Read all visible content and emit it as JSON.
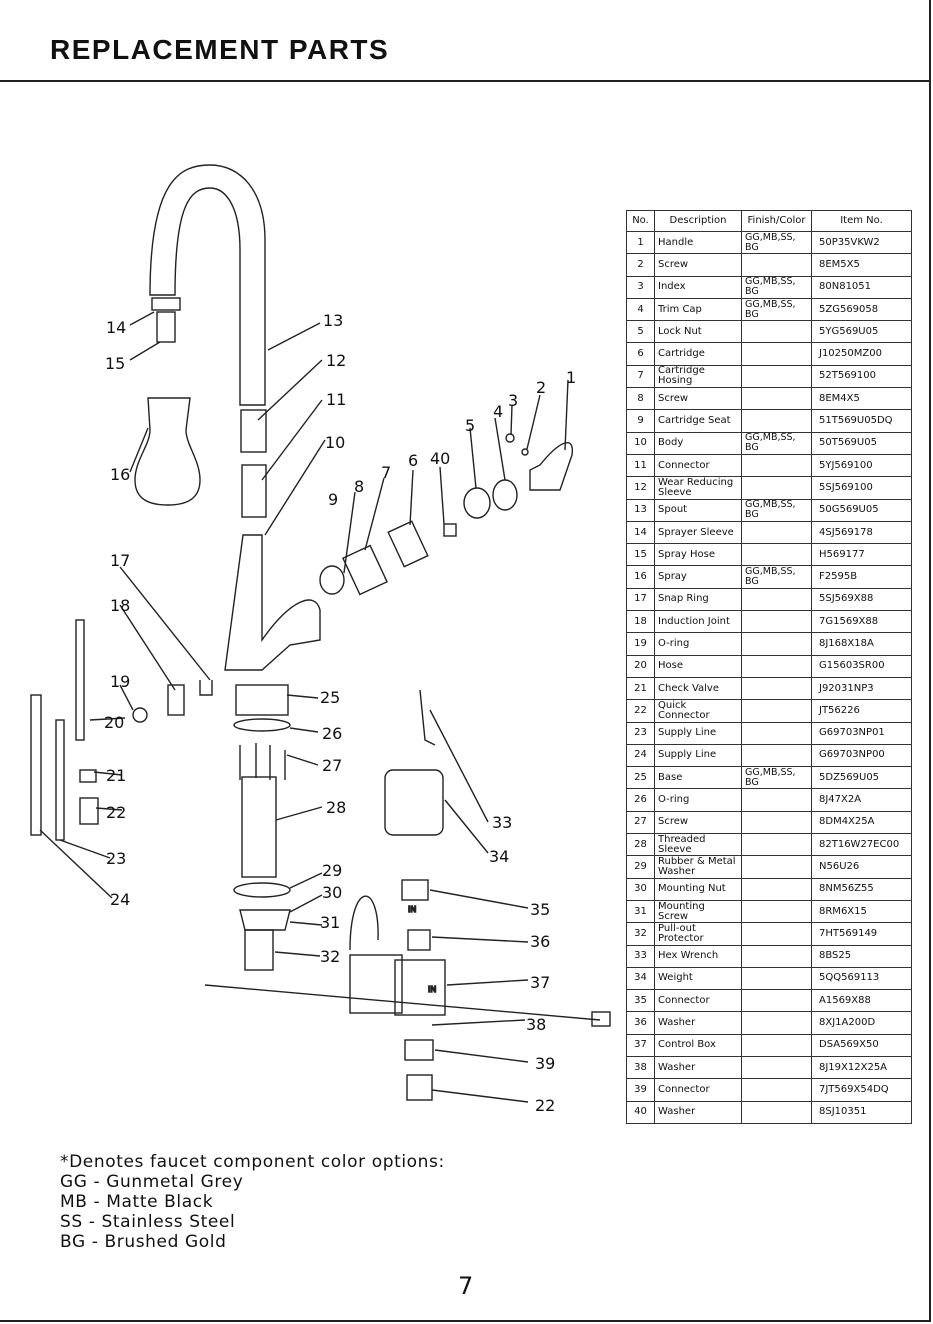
{
  "page": {
    "title": "REPLACEMENT PARTS",
    "page_number": "7"
  },
  "table": {
    "headers": [
      "No.",
      "Description",
      "Finish/Color",
      "Item No."
    ],
    "rows": [
      {
        "no": "1",
        "desc": "Handle",
        "finish": "GG,MB,SS, BG",
        "item": "50P35VKW2"
      },
      {
        "no": "2",
        "desc": "Screw",
        "finish": "",
        "item": "8EM5X5"
      },
      {
        "no": "3",
        "desc": "Index",
        "finish": "GG,MB,SS, BG",
        "item": "80N81051"
      },
      {
        "no": "4",
        "desc": "Trim Cap",
        "finish": "GG,MB,SS, BG",
        "item": "5ZG569058"
      },
      {
        "no": "5",
        "desc": "Lock Nut",
        "finish": "",
        "item": "5YG569U05"
      },
      {
        "no": "6",
        "desc": "Cartridge",
        "finish": "",
        "item": "J10250MZ00"
      },
      {
        "no": "7",
        "desc": "Cartridge Hosing",
        "finish": "",
        "item": "52T569100"
      },
      {
        "no": "8",
        "desc": "Screw",
        "finish": "",
        "item": "8EM4X5"
      },
      {
        "no": "9",
        "desc": "Cartridge Seat",
        "finish": "",
        "item": "51T569U05DQ"
      },
      {
        "no": "10",
        "desc": "Body",
        "finish": "GG,MB,SS, BG",
        "item": "50T569U05"
      },
      {
        "no": "11",
        "desc": "Connector",
        "finish": "",
        "item": "5YJ569100"
      },
      {
        "no": "12",
        "desc": "Wear Reducing Sleeve",
        "finish": "",
        "item": "5SJ569100"
      },
      {
        "no": "13",
        "desc": "Spout",
        "finish": "GG,MB,SS, BG",
        "item": "50G569U05"
      },
      {
        "no": "14",
        "desc": "Sprayer Sleeve",
        "finish": "",
        "item": "4SJ569178"
      },
      {
        "no": "15",
        "desc": "Spray Hose",
        "finish": "",
        "item": "H569177"
      },
      {
        "no": "16",
        "desc": "Spray",
        "finish": "GG,MB,SS, BG",
        "item": "F2595B"
      },
      {
        "no": "17",
        "desc": "Snap Ring",
        "finish": "",
        "item": "5SJ569X88"
      },
      {
        "no": "18",
        "desc": "Induction Joint",
        "finish": "",
        "item": "7G1569X88"
      },
      {
        "no": "19",
        "desc": "O-ring",
        "finish": "",
        "item": "8J168X18A"
      },
      {
        "no": "20",
        "desc": "Hose",
        "finish": "",
        "item": "G15603SR00"
      },
      {
        "no": "21",
        "desc": "Check Valve",
        "finish": "",
        "item": "J92031NP3"
      },
      {
        "no": "22",
        "desc": "Quick Connector",
        "finish": "",
        "item": "JT56226"
      },
      {
        "no": "23",
        "desc": "Supply Line",
        "finish": "",
        "item": "G69703NP01"
      },
      {
        "no": "24",
        "desc": "Supply Line",
        "finish": "",
        "item": "G69703NP00"
      },
      {
        "no": "25",
        "desc": "Base",
        "finish": "GG,MB,SS, BG",
        "item": "5DZ569U05"
      },
      {
        "no": "26",
        "desc": "O-ring",
        "finish": "",
        "item": "8J47X2A"
      },
      {
        "no": "27",
        "desc": "Screw",
        "finish": "",
        "item": "8DM4X25A"
      },
      {
        "no": "28",
        "desc": "Threaded Sleeve",
        "finish": "",
        "item": "82T16W27EC00"
      },
      {
        "no": "29",
        "desc": "Rubber & Metal Washer",
        "finish": "",
        "item": "N56U26"
      },
      {
        "no": "30",
        "desc": "Mounting Nut",
        "finish": "",
        "item": "8NM56Z55"
      },
      {
        "no": "31",
        "desc": "Mounting Screw",
        "finish": "",
        "item": "8RM6X15"
      },
      {
        "no": "32",
        "desc": "Pull-out Protector",
        "finish": "",
        "item": "7HT569149"
      },
      {
        "no": "33",
        "desc": "Hex Wrench",
        "finish": "",
        "item": "8BS25"
      },
      {
        "no": "34",
        "desc": "Weight",
        "finish": "",
        "item": "5QQ569113"
      },
      {
        "no": "35",
        "desc": "Connector",
        "finish": "",
        "item": "A1569X88"
      },
      {
        "no": "36",
        "desc": "Washer",
        "finish": "",
        "item": "8XJ1A200D"
      },
      {
        "no": "37",
        "desc": "Control Box",
        "finish": "",
        "item": "DSA569X50"
      },
      {
        "no": "38",
        "desc": "Washer",
        "finish": "",
        "item": "8J19X12X25A"
      },
      {
        "no": "39",
        "desc": "Connector",
        "finish": "",
        "item": "7JT569X54DQ"
      },
      {
        "no": "40",
        "desc": "Washer",
        "finish": "",
        "item": "8SJ10351"
      }
    ]
  },
  "notes": [
    "*Denotes faucet component color options:",
    "GG - Gunmetal Grey",
    "MB - Matte Black",
    "SS  - Stainless Steel",
    "BG - Brushed Gold"
  ],
  "diagram": {
    "callouts": [
      "1",
      "2",
      "3",
      "4",
      "5",
      "6",
      "40",
      "7",
      "8",
      "9",
      "10",
      "11",
      "12",
      "13",
      "14",
      "15",
      "16",
      "17",
      "18",
      "19",
      "20",
      "21",
      "22",
      "23",
      "24",
      "25",
      "26",
      "27",
      "28",
      "29",
      "30",
      "31",
      "32",
      "33",
      "34",
      "35",
      "36",
      "37",
      "38",
      "39",
      "22"
    ],
    "box_label": "IN"
  }
}
